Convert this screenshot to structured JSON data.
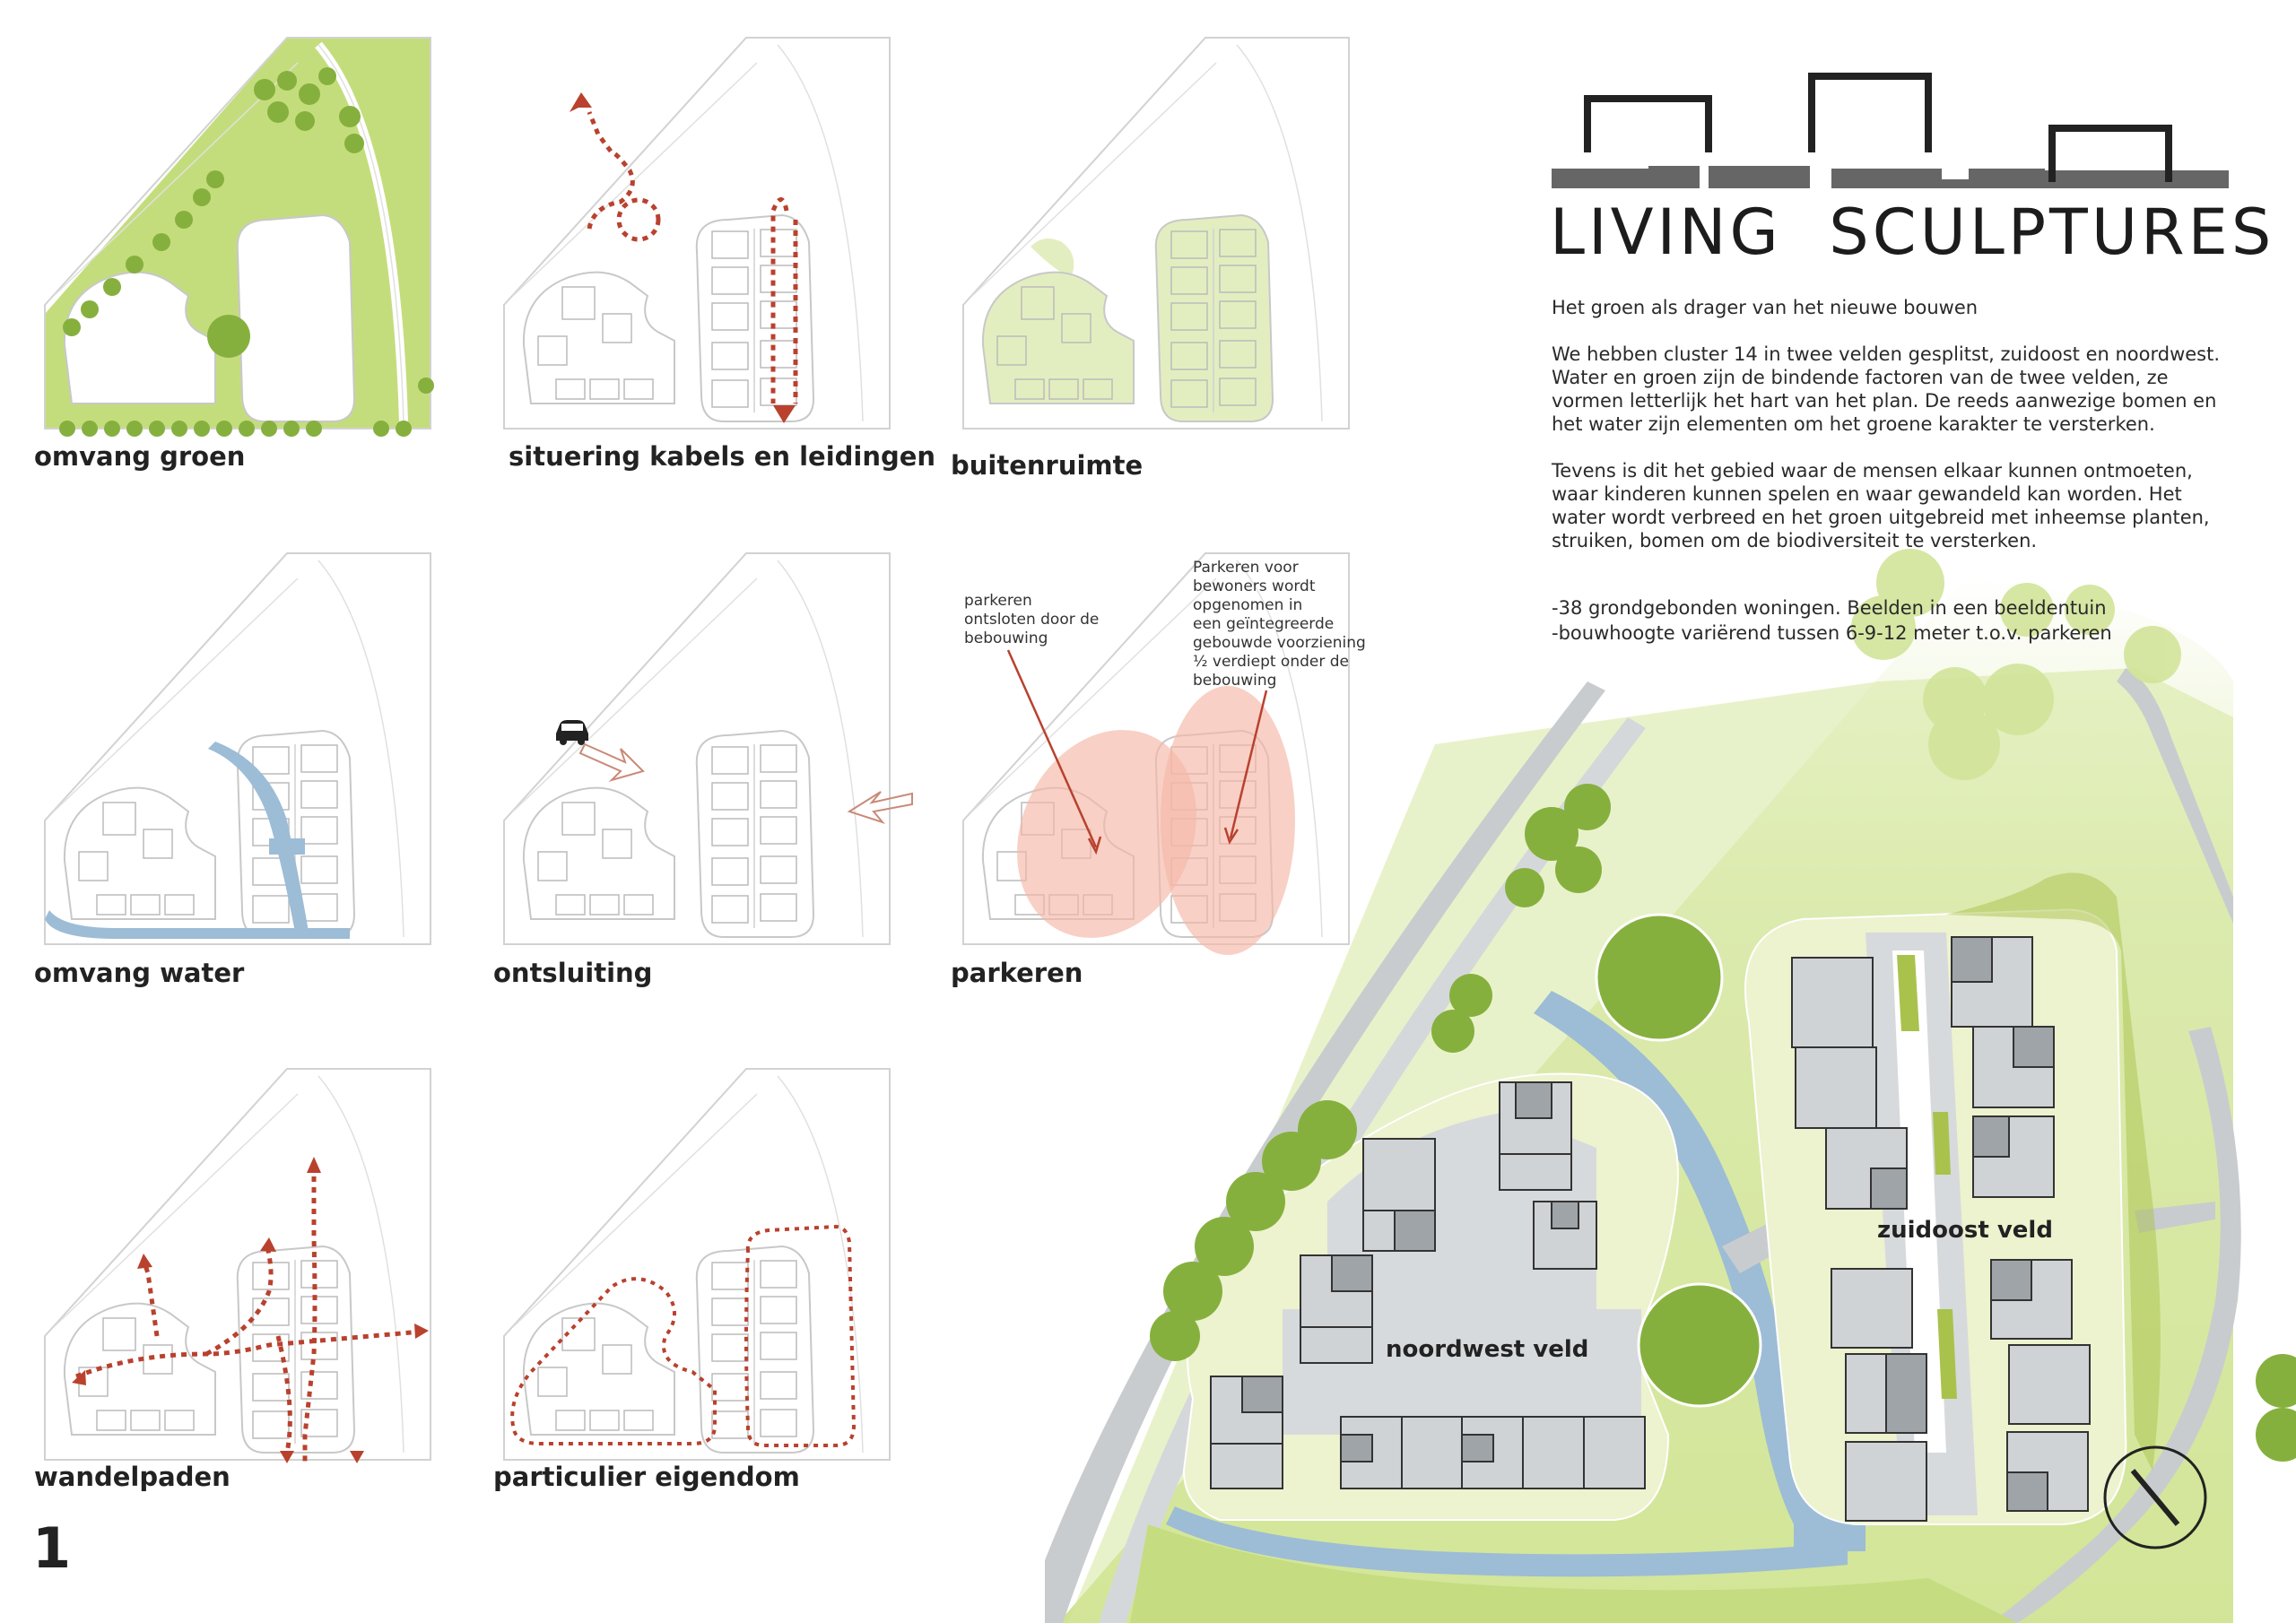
{
  "title": {
    "word1": "LIVING",
    "word2": "SCULPTURES"
  },
  "intro": {
    "heading": "Het groen als drager van het nieuwe bouwen",
    "paragraph1": "We hebben cluster 14 in twee velden gesplitst, zuidoost en noordwest. Water en groen zijn de bindende factoren van de twee velden, ze vormen letterlijk het hart van het plan. De reeds aanwezige bomen en het water zijn elementen om het groene karakter te versterken.",
    "paragraph2": "Tevens is dit het gebied waar de mensen elkaar kunnen ontmoeten, waar kinderen kunnen spelen en waar gewandeld kan worden. Het water wordt verbreed en het groen uitgebreid met inheemse planten, struiken, bomen om de biodiversiteit te versterken."
  },
  "facts": [
    "-38 grondgebonden woningen. Beelden in een beeldentuin",
    "-bouwhoogte variërend tussen 6-9-12  meter t.o.v. parkeren"
  ],
  "diagrams": {
    "green": "omvang groen",
    "cables": "situering kabels en leidingen",
    "outdoor": "buitenruimte",
    "water": "omvang water",
    "access": "ontsluiting",
    "parking": "parkeren",
    "paths": "wandelpaden",
    "private": "particulier eigendom"
  },
  "parking_notes": {
    "left": "parkeren\nontsloten door de\nbebouwing",
    "right": "Parkeren voor\nbewoners wordt\nopgenomen in\neen geïntegreerde\ngebouwde voorziening\n½ verdiept onder de\nbebouwing"
  },
  "site_plan": {
    "northwest": "noordwest veld",
    "southeast": "zuidoost veld"
  },
  "page_number": "1",
  "icons": {
    "car": "car-icon",
    "north": "north-arrow-icon",
    "logo": "living-sculptures-logo"
  },
  "colors": {
    "green": "#c4dd7c",
    "light_green": "#e4efbd",
    "tree": "#86b03e",
    "water": "#9dbcd6",
    "route": "#b9412e",
    "parking": "#f4b7a8",
    "road": "#c9ccce",
    "building": "#d0d3d6",
    "line": "#c9c9c9"
  }
}
